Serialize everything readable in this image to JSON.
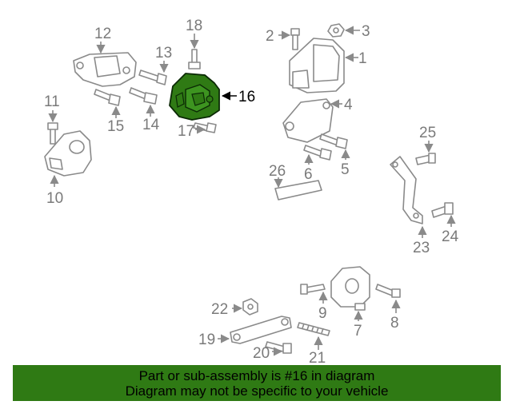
{
  "diagram": {
    "highlight_color": "#2f7a14",
    "highlighted_part": "16",
    "labels": {
      "p1": "1",
      "p2": "2",
      "p3": "3",
      "p4": "4",
      "p5": "5",
      "p6": "6",
      "p7": "7",
      "p8": "8",
      "p9": "9",
      "p10": "10",
      "p11": "11",
      "p12": "12",
      "p13": "13",
      "p14": "14",
      "p15": "15",
      "p16": "16",
      "p17": "17",
      "p18": "18",
      "p19": "19",
      "p20": "20",
      "p21": "21",
      "p22": "22",
      "p23": "23",
      "p24": "24",
      "p25": "25",
      "p26": "26"
    }
  },
  "banner": {
    "line1": "Part or sub-assembly is #16 in diagram",
    "line2": "Diagram may not be specific to your vehicle"
  }
}
